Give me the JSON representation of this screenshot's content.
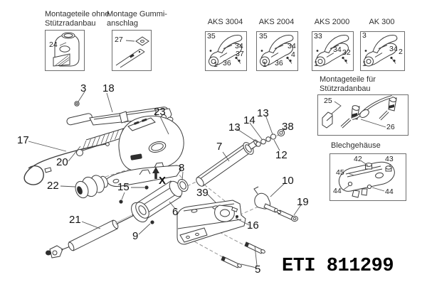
{
  "eti_number": "ETI 811299",
  "x_marker": "X",
  "inset_boxes": {
    "montage_ohne": {
      "title_line1": "Montageteile ohne",
      "title_line2": "Stützradanbau",
      "label": "24"
    },
    "montage_gummi": {
      "title_line1": "Montage Gummi-",
      "title_line2": "anschlag",
      "label": "27"
    },
    "aks_3004": {
      "title": "AKS 3004",
      "labels": {
        "l35": "35",
        "l34": "34",
        "l37": "37",
        "l36": "36",
        "l1": "1"
      }
    },
    "aks_2004": {
      "title": "AKS 2004",
      "labels": {
        "l35": "35",
        "l34": "34",
        "l4": "4",
        "l36": "36",
        "l1": "1"
      }
    },
    "aks_2000": {
      "title": "AKS 2000",
      "labels": {
        "l33": "33",
        "l34": "34",
        "l32": "32",
        "l1": "1"
      }
    },
    "ak_300": {
      "title": "AK 300",
      "labels": {
        "l3": "3",
        "l34": "34",
        "l2": "2",
        "l1": "1"
      }
    },
    "montage_fuer": {
      "title_line1": "Montageteile für",
      "title_line2": "Stützradanbau",
      "labels": {
        "l25": "25",
        "l26": "26"
      }
    },
    "blechgehaeuse": {
      "title": "Blechgehäuse",
      "labels": {
        "l42": "42",
        "l43": "43",
        "l45": "45",
        "l44a": "44",
        "l44b": "44"
      }
    }
  },
  "main_labels": [
    {
      "text": "3"
    },
    {
      "text": "18"
    },
    {
      "text": "23"
    },
    {
      "text": "17"
    },
    {
      "text": "20"
    },
    {
      "text": "22"
    },
    {
      "text": "15"
    },
    {
      "text": "8"
    },
    {
      "text": "7"
    },
    {
      "text": "13"
    },
    {
      "text": "14"
    },
    {
      "text": "13"
    },
    {
      "text": "38"
    },
    {
      "text": "12"
    },
    {
      "text": "39"
    },
    {
      "text": "6"
    },
    {
      "text": "9"
    },
    {
      "text": "21"
    },
    {
      "text": "10"
    },
    {
      "text": "16"
    },
    {
      "text": "19"
    },
    {
      "text": "5"
    }
  ]
}
